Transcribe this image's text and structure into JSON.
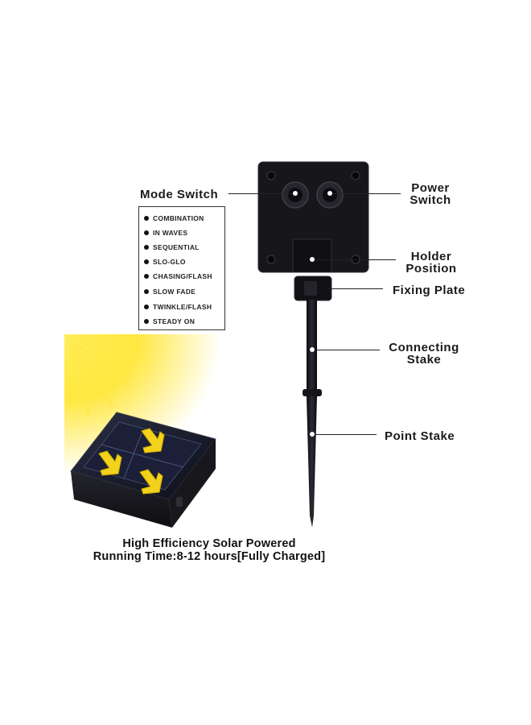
{
  "labels": {
    "mode_switch": "Mode Switch",
    "power_switch_line1": "Power",
    "power_switch_line2": "Switch",
    "holder_line1": "Holder",
    "holder_line2": "Position",
    "fixing_plate": "Fixing Plate",
    "connecting_line1": "Connecting",
    "connecting_line2": "Stake",
    "point_stake": "Point Stake"
  },
  "modes": [
    "COMBINATION",
    "IN WAVES",
    "SEQUENTIAL",
    "SLO-GLO",
    "CHASING/FLASH",
    "SLOW FADE",
    "TWINKLE/FLASH",
    "STEADY ON"
  ],
  "caption": {
    "line1": "High Efficiency Solar Powered",
    "line2": "Running Time:8-12 hours[Fully Charged]"
  },
  "colors": {
    "device": "#141418",
    "solar_glow": "#ffe000",
    "arrow": "#f2d21a"
  }
}
